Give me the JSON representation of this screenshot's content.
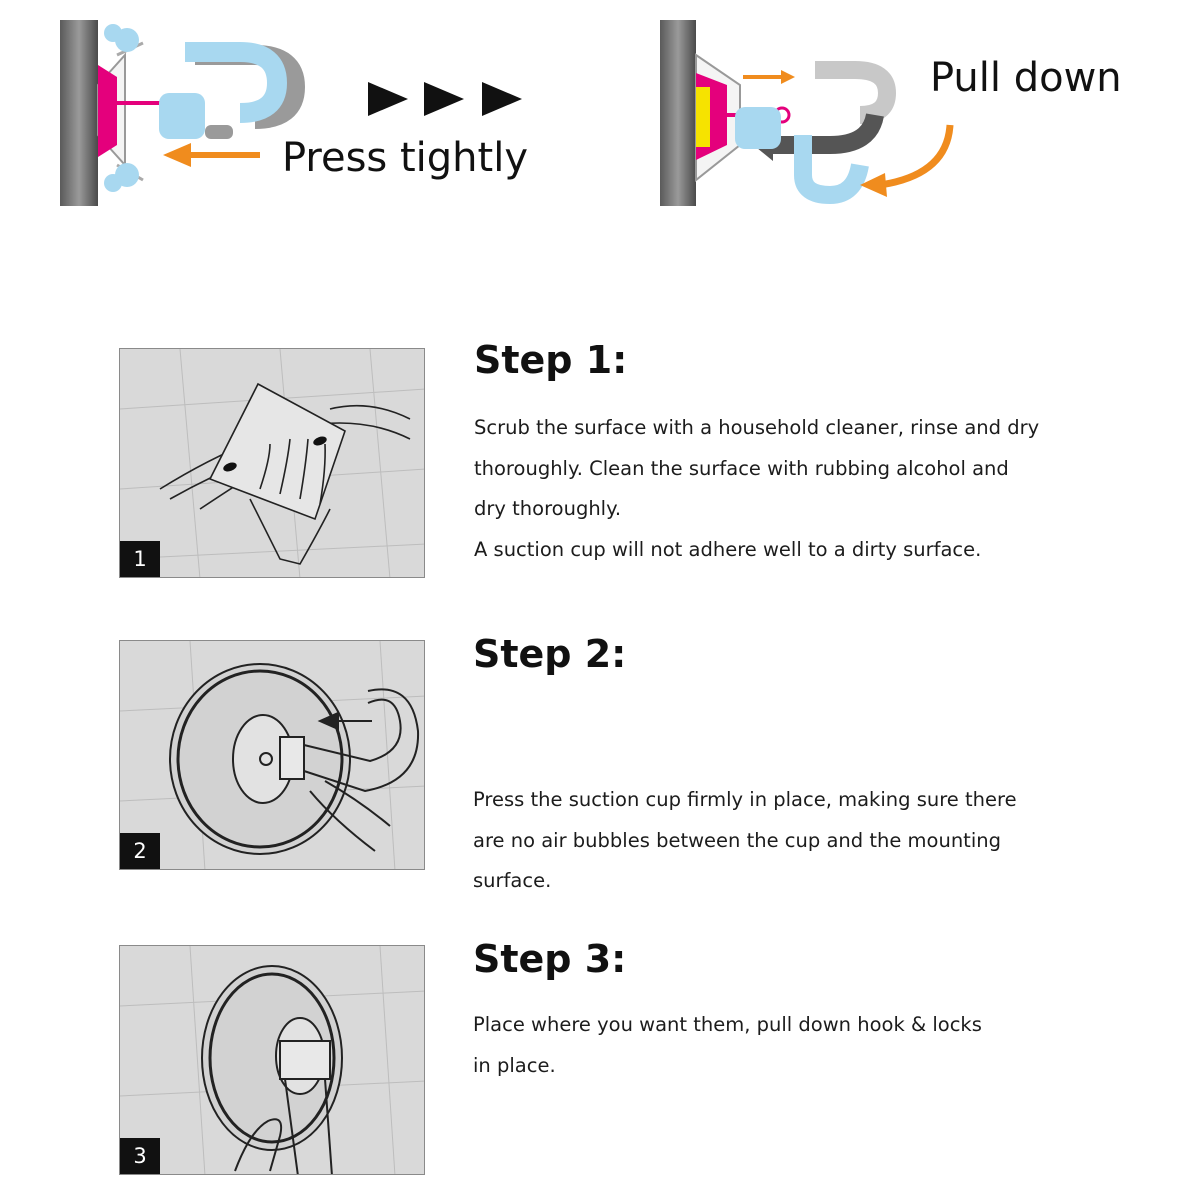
{
  "top": {
    "press_label": "Press tightly",
    "pull_label": "Pull down"
  },
  "steps": [
    {
      "badge": "1",
      "title": "Step 1:",
      "lines": [
        "Scrub the surface with a household cleaner, rinse and dry",
        "thoroughly.  Clean the surface with rubbing alcohol and",
        "dry thoroughly.",
        "A suction cup will not adhere well to a dirty surface."
      ]
    },
    {
      "badge": "2",
      "title": "Step 2:",
      "lines": [
        "Press the suction cup firmly in place, making sure there",
        "are no air bubbles between the cup and the mounting",
        "surface."
      ]
    },
    {
      "badge": "3",
      "title": "Step 3:",
      "lines": [
        "Place where you want them, pull down hook & locks",
        "in place."
      ]
    }
  ],
  "colors": {
    "wall": "#7a7a7a",
    "suction_cup": "#e4007c",
    "hook": "#a8d8f0",
    "arrow": "#f08c1e",
    "panel_bg": "#d9d9d9"
  }
}
